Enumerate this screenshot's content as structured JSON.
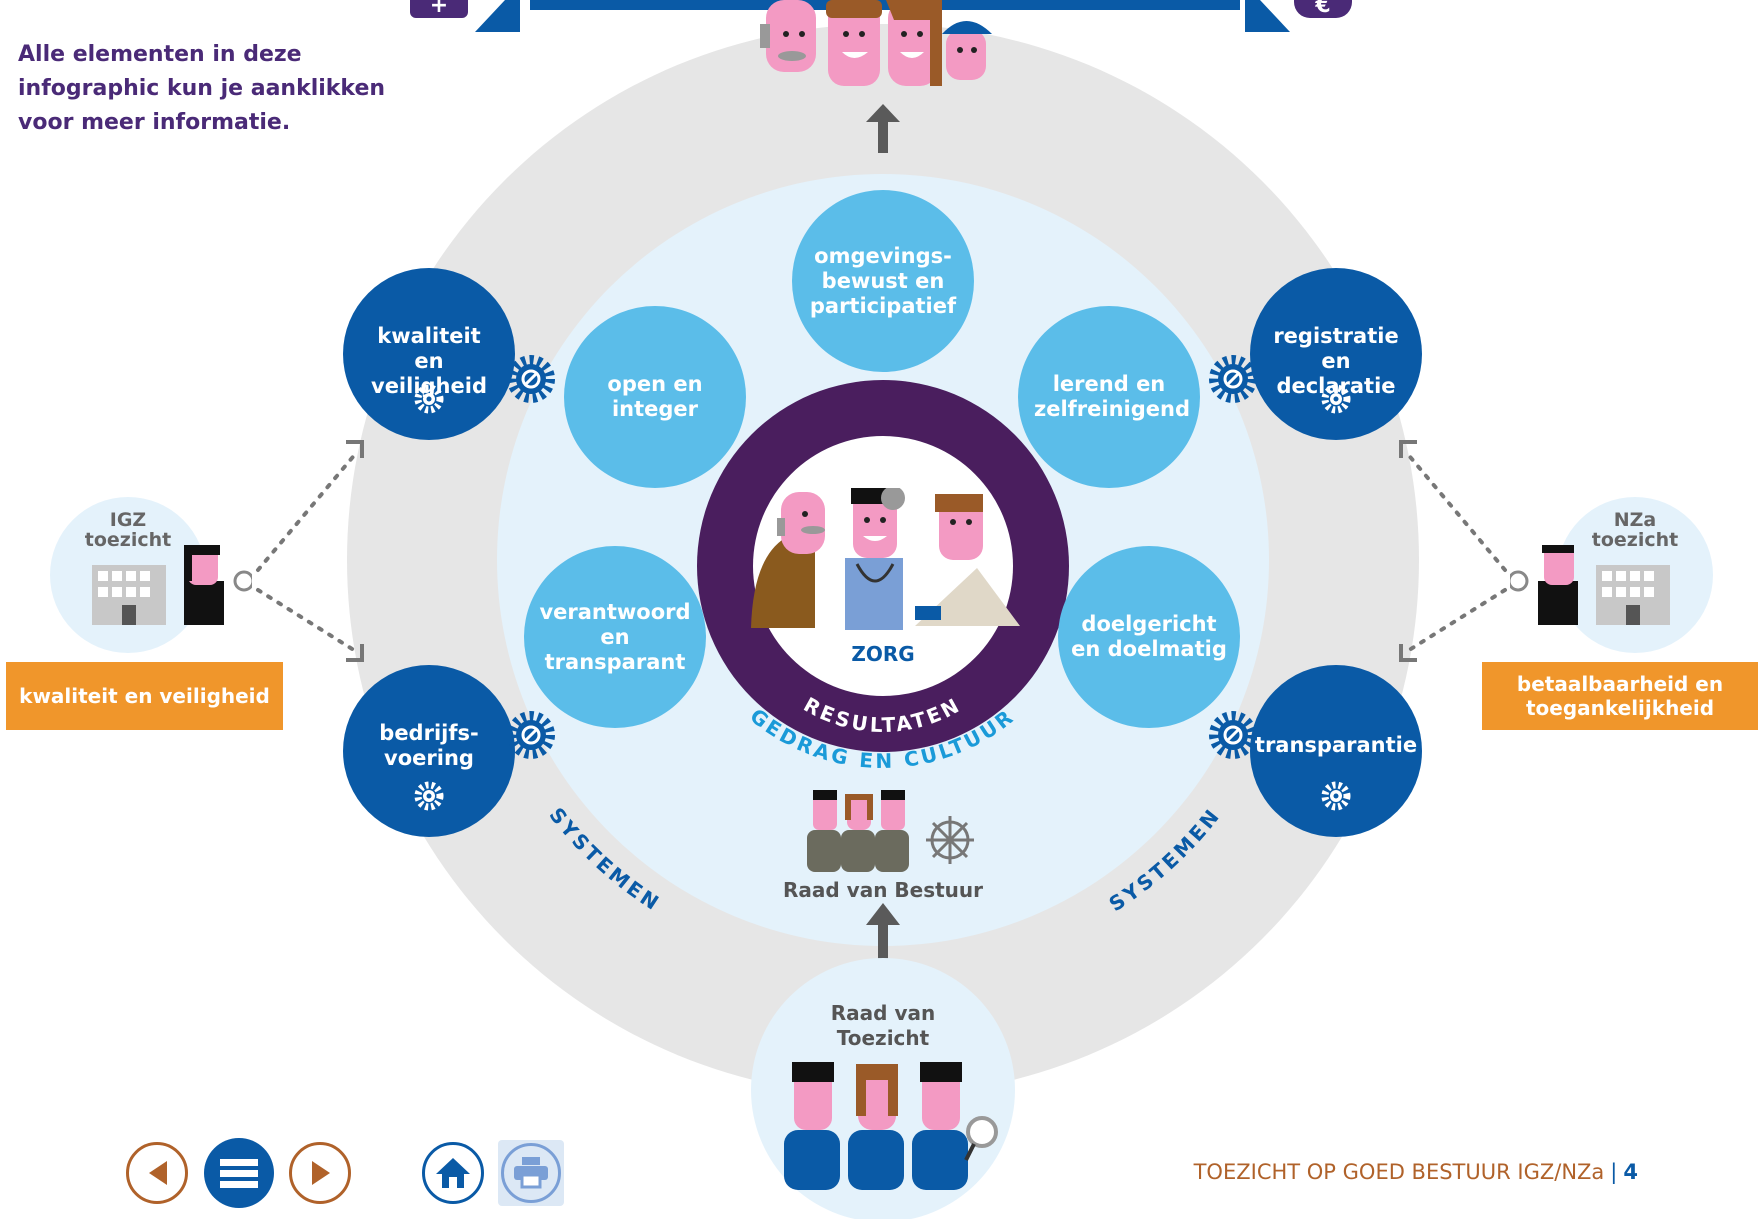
{
  "intro": "Alle elementen in deze infographic kun je aanklikken voor meer informatie.",
  "top_icons": {
    "left": "+",
    "right": "€"
  },
  "outer_nodes": {
    "kwaliteit": "kwaliteit en veiligheid",
    "bedrijfsvoering": "bedrijfs- voering",
    "registratie": "registratie en declaratie",
    "transparantie": "transparantie"
  },
  "inner_nodes": {
    "omgevingsbewust": "omgevings- bewust en participatief",
    "open": "open en integer",
    "lerend": "lerend en zelfreinigend",
    "verantwoord": "verantwoord en transparant",
    "doelgericht": "doelgericht en doelmatig"
  },
  "center": {
    "zorg": "ZORG",
    "resultaten": "RESULTATEN",
    "gedrag": "GEDRAG EN CULTUUR"
  },
  "systemen": "SYSTEMEN",
  "raad_van_bestuur": "Raad van Bestuur",
  "raad_van_toezicht": "Raad van Toezicht",
  "igz": {
    "title": "IGZ toezicht",
    "label": "kwaliteit en veiligheid"
  },
  "nza": {
    "title": "NZa toezicht",
    "label": "betaalbaarheid en toegankelijkheid"
  },
  "footer": {
    "title": "TOEZICHT OP GOED BESTUUR IGZ/NZa",
    "separator": "|",
    "page": "4"
  },
  "nav": {
    "prev": "chevron-left-icon",
    "menu": "menu-icon",
    "next": "chevron-right-icon",
    "home": "home-icon",
    "print": "print-icon"
  },
  "colors": {
    "dark_blue": "#0a5aa6",
    "light_blue": "#5bbde9",
    "purple": "#4a1e5e",
    "orange": "#f0962b",
    "grey_ring": "#e6e6e6",
    "pale_blue": "#e4f2fb",
    "skin": "#f39ac3"
  }
}
